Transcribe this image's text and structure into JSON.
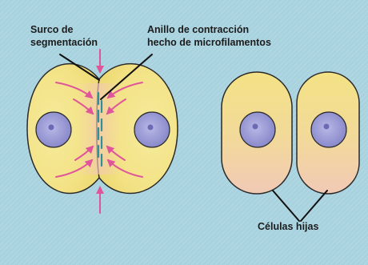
{
  "labels": {
    "furrow_line1": "Surco de",
    "furrow_line2": "segmentación",
    "ring_line1": "Anillo de contracción",
    "ring_line2": "hecho de microfilamentos",
    "daughter_cells": "Células hijas"
  },
  "colors": {
    "background": "#a9d2df",
    "cytoplasm": "#f3e48e",
    "cell_outline": "#2a2a2a",
    "nucleus": "#8f8fd2",
    "arrow": "#e0559a",
    "microfilament": "#2f8f9a",
    "leader_line": "#111111"
  }
}
